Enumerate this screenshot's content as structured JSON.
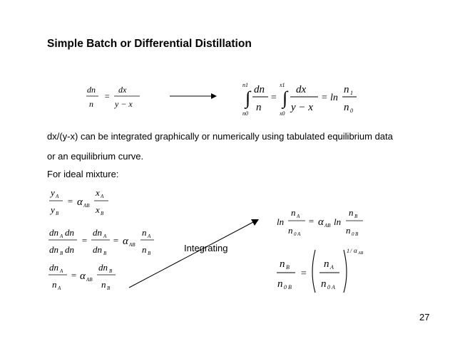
{
  "slide": {
    "title": "Simple Batch or Differential Distillation",
    "paragraph_1": "dx/(y-x) can be integrated graphically or numerically using tabulated equilibrium data",
    "paragraph_2": "or an equilibrium curve.",
    "paragraph_3": "For ideal mixture:",
    "integrating_label": "Integrating",
    "page_number": "27"
  },
  "equations": {
    "differential": "dn/n = dx/(y − x)",
    "integrated": "∫ from n0 to n1 dn/n = ∫ from x0 to x1 dx/(y − x) = ln(n1/n0)",
    "relative_volatility": "yA/yB = αAB · xA/xB",
    "differential_ratio": "dnA dn/(dnB dn) = dnA/dnB = αAB · nA/nB",
    "separated": "dnA/nA = αAB · dnB/nB",
    "log_form": "ln(nA/n0A) = αAB ln(nB/n0B)",
    "power_form": "nB/n0B = (nA/n0A)^(1/αAB)"
  }
}
